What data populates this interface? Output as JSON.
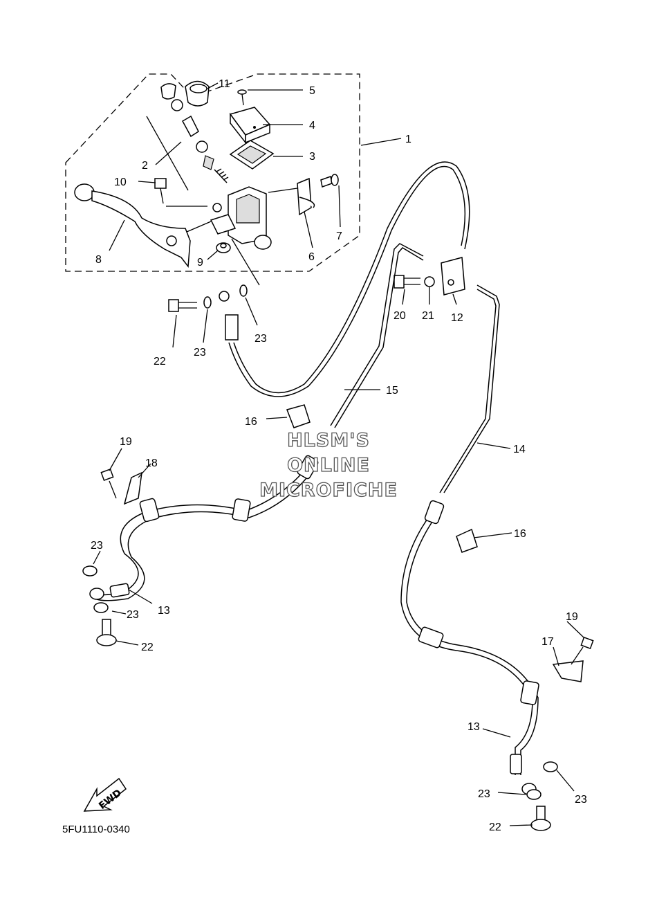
{
  "diagram": {
    "drawing_code": "5FU1110-0340",
    "watermark_lines": [
      "HLSM'S",
      "ONLINE",
      "MICROFICHE"
    ],
    "fwd_label": "FWD",
    "callouts": {
      "c1": "1",
      "c2": "2",
      "c3": "3",
      "c4": "4",
      "c5": "5",
      "c6": "6",
      "c7": "7",
      "c8": "8",
      "c9": "9",
      "c10": "10",
      "c11": "11",
      "c12": "12",
      "c13a": "13",
      "c13b": "13",
      "c14": "14",
      "c15": "15",
      "c16a": "16",
      "c16b": "16",
      "c17": "17",
      "c18": "18",
      "c19a": "19",
      "c19b": "19",
      "c20": "20",
      "c21": "21",
      "c22a": "22",
      "c22b": "22",
      "c22c": "22",
      "c23a": "23",
      "c23b": "23",
      "c23c": "23",
      "c23d": "23",
      "c23e": "23",
      "c23f": "23"
    },
    "icons": [
      "master-cylinder",
      "brake-lever",
      "brake-hose",
      "brake-pipe",
      "joint-block",
      "union-bolt",
      "gasket",
      "hose-clamp",
      "fwd-arrow"
    ]
  }
}
